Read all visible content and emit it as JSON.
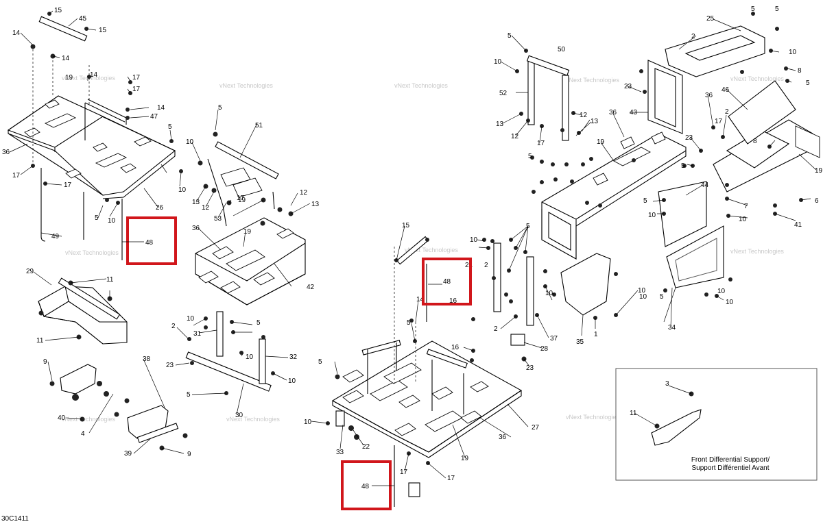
{
  "diagram_code": "30C1411",
  "watermark": "vNext Technologies",
  "watermark_line1": "vNext",
  "watermark_line2": "Technologies",
  "inset_caption_line1": "Front Differential Support/",
  "inset_caption_line2": "Support Différentiel Avant",
  "highlight_color": "#d1161b",
  "highlighted_part": "48",
  "callouts": [
    {
      "id": "c1",
      "text": "15"
    },
    {
      "id": "c2",
      "text": "45"
    },
    {
      "id": "c3",
      "text": "15"
    },
    {
      "id": "c4",
      "text": "14"
    },
    {
      "id": "c5",
      "text": "14"
    },
    {
      "id": "c6",
      "text": "19"
    },
    {
      "id": "c7",
      "text": "14"
    },
    {
      "id": "c8",
      "text": "17"
    },
    {
      "id": "c9",
      "text": "17"
    },
    {
      "id": "c10",
      "text": "14"
    },
    {
      "id": "c11",
      "text": "47"
    },
    {
      "id": "c12",
      "text": "36"
    },
    {
      "id": "c13",
      "text": "5"
    },
    {
      "id": "c14",
      "text": "17"
    },
    {
      "id": "c15",
      "text": "17"
    },
    {
      "id": "c16",
      "text": "10"
    },
    {
      "id": "c17",
      "text": "26"
    },
    {
      "id": "c18",
      "text": "5"
    },
    {
      "id": "c19",
      "text": "10"
    },
    {
      "id": "c20",
      "text": "49"
    },
    {
      "id": "c21",
      "text": "29"
    },
    {
      "id": "c22",
      "text": "11"
    },
    {
      "id": "c23",
      "text": "11"
    },
    {
      "id": "c24",
      "text": "9"
    },
    {
      "id": "c25",
      "text": "38"
    },
    {
      "id": "c26",
      "text": "40"
    },
    {
      "id": "c27",
      "text": "4"
    },
    {
      "id": "c28",
      "text": "39"
    },
    {
      "id": "c29",
      "text": "9"
    },
    {
      "id": "c30",
      "text": "5"
    },
    {
      "id": "c31",
      "text": "51"
    },
    {
      "id": "c32",
      "text": "10"
    },
    {
      "id": "c33",
      "text": "13"
    },
    {
      "id": "c34",
      "text": "12"
    },
    {
      "id": "c35",
      "text": "53"
    },
    {
      "id": "c36",
      "text": "19"
    },
    {
      "id": "c37",
      "text": "17"
    },
    {
      "id": "c38",
      "text": "12"
    },
    {
      "id": "c39",
      "text": "13"
    },
    {
      "id": "c40",
      "text": "36"
    },
    {
      "id": "c41",
      "text": "19"
    },
    {
      "id": "c42",
      "text": "42"
    },
    {
      "id": "c43",
      "text": "10"
    },
    {
      "id": "c44",
      "text": "5"
    },
    {
      "id": "c45",
      "text": "2"
    },
    {
      "id": "c46",
      "text": "31"
    },
    {
      "id": "c47",
      "text": "10"
    },
    {
      "id": "c48",
      "text": "32"
    },
    {
      "id": "c49",
      "text": "23"
    },
    {
      "id": "c50",
      "text": "10"
    },
    {
      "id": "c51",
      "text": "5"
    },
    {
      "id": "c52",
      "text": "30"
    },
    {
      "id": "c53",
      "text": "15"
    },
    {
      "id": "c54",
      "text": "14"
    },
    {
      "id": "c55",
      "text": "5"
    },
    {
      "id": "c56",
      "text": "5"
    },
    {
      "id": "c57",
      "text": "16"
    },
    {
      "id": "c58",
      "text": "10"
    },
    {
      "id": "c59",
      "text": "33"
    },
    {
      "id": "c60",
      "text": "22"
    },
    {
      "id": "c61",
      "text": "17"
    },
    {
      "id": "c62",
      "text": "17"
    },
    {
      "id": "c63",
      "text": "19"
    },
    {
      "id": "c64",
      "text": "36"
    },
    {
      "id": "c65",
      "text": "27"
    },
    {
      "id": "c66",
      "text": "10"
    },
    {
      "id": "c67",
      "text": "2"
    },
    {
      "id": "c68",
      "text": "5"
    },
    {
      "id": "c69",
      "text": "2"
    },
    {
      "id": "c70",
      "text": "37"
    },
    {
      "id": "c71",
      "text": "28"
    },
    {
      "id": "c72",
      "text": "23"
    },
    {
      "id": "c73",
      "text": "10"
    },
    {
      "id": "c74",
      "text": "35"
    },
    {
      "id": "c75",
      "text": "1"
    },
    {
      "id": "c76",
      "text": "10"
    },
    {
      "id": "c77",
      "text": "5"
    },
    {
      "id": "c78",
      "text": "10"
    },
    {
      "id": "c79",
      "text": "52"
    },
    {
      "id": "c80",
      "text": "50"
    },
    {
      "id": "c81",
      "text": "13"
    },
    {
      "id": "c82",
      "text": "12"
    },
    {
      "id": "c83",
      "text": "17"
    },
    {
      "id": "c84",
      "text": "12"
    },
    {
      "id": "c85",
      "text": "13"
    },
    {
      "id": "c86",
      "text": "5"
    },
    {
      "id": "c87",
      "text": "36"
    },
    {
      "id": "c88",
      "text": "19"
    },
    {
      "id": "c89",
      "text": "43"
    },
    {
      "id": "c90",
      "text": "23"
    },
    {
      "id": "c91",
      "text": "2"
    },
    {
      "id": "c92",
      "text": "25"
    },
    {
      "id": "c93",
      "text": "5"
    },
    {
      "id": "c94",
      "text": "5"
    },
    {
      "id": "c95",
      "text": "10"
    },
    {
      "id": "c96",
      "text": "8"
    },
    {
      "id": "c97",
      "text": "5"
    },
    {
      "id": "c98",
      "text": "36"
    },
    {
      "id": "c99",
      "text": "46"
    },
    {
      "id": "c100",
      "text": "2"
    },
    {
      "id": "c101",
      "text": "17"
    },
    {
      "id": "c102",
      "text": "23"
    },
    {
      "id": "c103",
      "text": "5"
    },
    {
      "id": "c104",
      "text": "8"
    },
    {
      "id": "c105",
      "text": "19"
    },
    {
      "id": "c106",
      "text": "5"
    },
    {
      "id": "c107",
      "text": "10"
    },
    {
      "id": "c108",
      "text": "7"
    },
    {
      "id": "c109",
      "text": "10"
    },
    {
      "id": "c110",
      "text": "41"
    },
    {
      "id": "c111",
      "text": "6"
    },
    {
      "id": "c112",
      "text": "44"
    },
    {
      "id": "c113",
      "text": "5"
    },
    {
      "id": "c114",
      "text": "10"
    },
    {
      "id": "c115",
      "text": "10"
    },
    {
      "id": "c116",
      "text": "34"
    },
    {
      "id": "c117",
      "text": "10"
    },
    {
      "id": "c118",
      "text": "3"
    },
    {
      "id": "c119",
      "text": "11"
    },
    {
      "id": "c120",
      "text": "21"
    }
  ]
}
